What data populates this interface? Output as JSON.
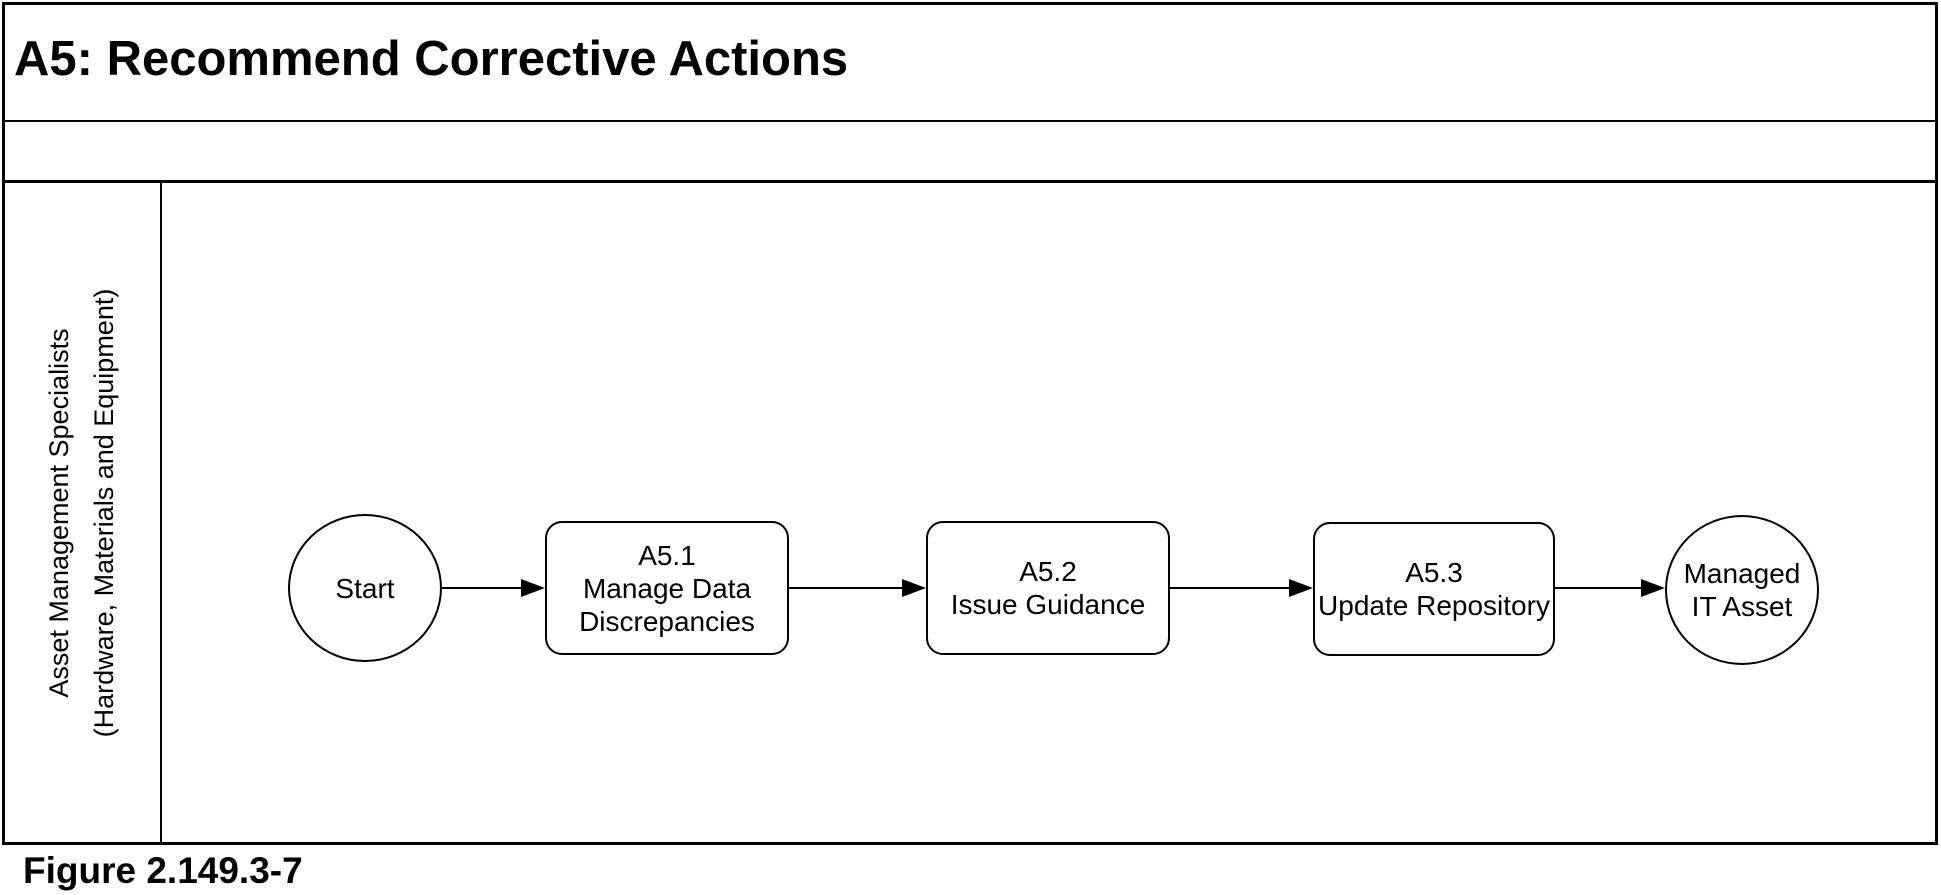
{
  "header": {
    "title": "A5: Recommend Corrective Actions"
  },
  "swimlane": {
    "role_line1": "Asset Management Specialists",
    "role_line2": "(Hardware, Materials and Equipment)"
  },
  "flowchart": {
    "start_label": "Start",
    "steps": [
      {
        "lines": [
          "A5.1",
          "Manage Data",
          "Discrepancies"
        ]
      },
      {
        "lines": [
          "A5.2",
          "Issue Guidance"
        ]
      },
      {
        "lines": [
          "A5.3",
          "Update Repository"
        ]
      }
    ],
    "end_lines": [
      "Managed",
      "IT Asset"
    ]
  },
  "footer": {
    "caption": "Figure 2.149.3-7"
  },
  "colors": {
    "ink": "#000000",
    "background": "#ffffff"
  }
}
